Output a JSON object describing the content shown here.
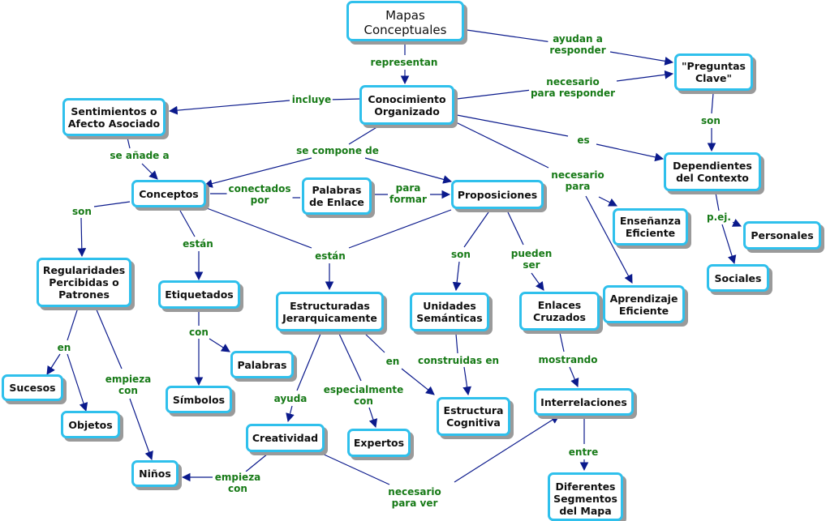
{
  "nodes": {
    "mapas": "Mapas\nConceptuales",
    "conocimiento": "Conocimiento\nOrganizado",
    "preguntas": "\"Preguntas\nClave\"",
    "sentimientos": "Sentimientos o\nAfecto Asociado",
    "dependientes": "Dependientes\ndel Contexto",
    "conceptos": "Conceptos",
    "palabras_enlace": "Palabras\nde Enlace",
    "proposiciones": "Proposiciones",
    "ensenanza": "Enseñanza\nEficiente",
    "personales": "Personales",
    "sociales": "Sociales",
    "regularidades": "Regularidades\nPercibidas o\nPatrones",
    "etiquetados": "Etiquetados",
    "estructuradas": "Estructuradas\nJerarquicamente",
    "unidades": "Unidades\nSemánticas",
    "enlaces_cruzados": "Enlaces\nCruzados",
    "aprendizaje": "Aprendizaje\nEficiente",
    "sucesos": "Sucesos",
    "palabras": "Palabras",
    "simbolos": "Símbolos",
    "objetos": "Objetos",
    "estructura_cognitiva": "Estructura\nCognitiva",
    "interrelaciones": "Interrelaciones",
    "creatividad": "Creatividad",
    "expertos": "Expertos",
    "ninos": "Niños",
    "diferentes": "Diferentes\nSegmentos\ndel Mapa"
  },
  "links": {
    "representan": "representan",
    "ayudan": "ayudan a\nresponder",
    "incluye": "incluye",
    "necesario_responder": "necesario\npara responder",
    "son_preguntas": "son",
    "se_compone": "se compone de",
    "es": "es",
    "se_anade": "se añade a",
    "conectados": "conectados\npor",
    "para_formar": "para\nformar",
    "necesario_para": "necesario\npara",
    "pej": "p.ej.",
    "son_conceptos": "son",
    "estan_1": "están",
    "estan_2": "están",
    "son_prop": "son",
    "pueden_ser": "pueden\nser",
    "en_1": "en",
    "con": "con",
    "en_2": "en",
    "construidas": "construidas en",
    "mostrando": "mostrando",
    "empieza_con_1": "empieza\ncon",
    "ayuda": "ayuda",
    "especialmente": "especialmente\ncon",
    "entre": "entre",
    "empieza_con_2": "empieza\ncon",
    "necesario_ver": "necesario\npara ver"
  },
  "colors": {
    "node_border": "#2fc0ec",
    "link_text": "#177a17",
    "arrow": "#0b1a8c"
  }
}
